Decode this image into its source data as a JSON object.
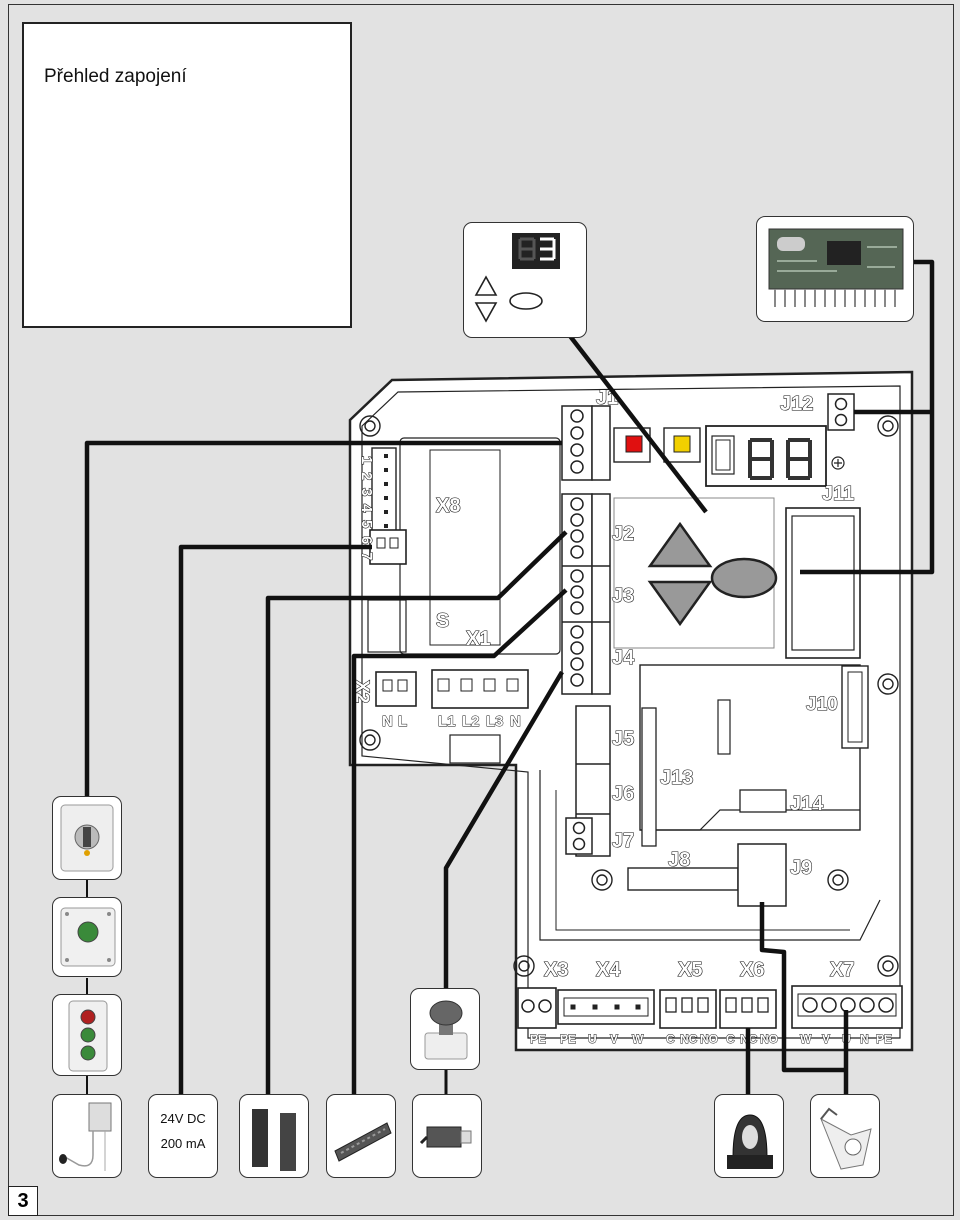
{
  "title": "Přehled zapojení",
  "page_number": "3",
  "psu": {
    "voltage": "24V DC",
    "current": "200 mA"
  },
  "connectors": {
    "j1": "J1",
    "j2": "J2",
    "j3": "J3",
    "j4": "J4",
    "j5": "J5",
    "j6": "J6",
    "j7": "J7",
    "j8": "J8",
    "j9": "J9",
    "j10": "J10",
    "j11": "J11",
    "j12": "J12",
    "j13": "J13",
    "j14": "J14",
    "x1": "X1",
    "x2": "X2",
    "x3": "X3",
    "x4": "X4",
    "x5": "X5",
    "x6": "X6",
    "x7": "X7",
    "x8": "X8",
    "s": "S"
  },
  "x8_pins": [
    "1",
    "2",
    "3",
    "4",
    "5",
    "6",
    "7"
  ],
  "power_terminals": [
    "N",
    "L",
    "L1",
    "L2",
    "L3",
    "N"
  ],
  "x3_pins": [
    "PE"
  ],
  "x4_pins": [
    "PE",
    "U",
    "V",
    "W"
  ],
  "x5_pins": [
    "C",
    "NC",
    "NO"
  ],
  "x6_pins": [
    "C",
    "NC",
    "NO"
  ],
  "x7_pins": [
    "W",
    "V",
    "U",
    "N",
    "PE"
  ],
  "colors": {
    "led_red": "#e01010",
    "led_yellow": "#f2d000",
    "wire": "#111111"
  }
}
